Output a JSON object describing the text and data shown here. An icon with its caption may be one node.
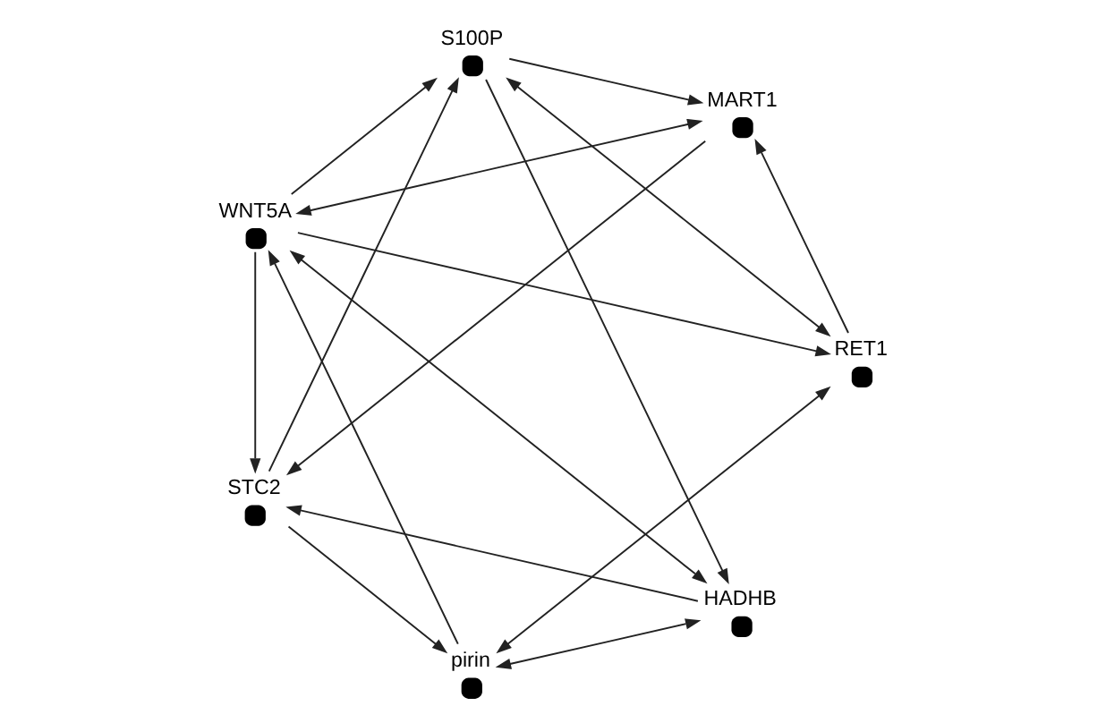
{
  "diagram": {
    "nodes": [
      {
        "text": [
          "WNT5A"
        ]
      },
      {
        "text": [
          "STC2"
        ]
      },
      {
        "text": [
          "pirin"
        ]
      },
      {
        "text": [
          "HADHB"
        ]
      },
      {
        "text": [
          "S100P"
        ]
      },
      {
        "text": [
          "MART1"
        ]
      },
      {
        "text": [
          "RET1"
        ]
      }
    ],
    "edges": [
      {
        "from": 0,
        "to": 1,
        "arrow": "to"
      },
      {
        "from": 3,
        "to": 0,
        "arrow": "both"
      },
      {
        "from": 5,
        "to": 0,
        "arrow": "both"
      },
      {
        "from": 2,
        "to": 0,
        "arrow": "to"
      },
      {
        "from": 0,
        "to": 4,
        "arrow": "to"
      },
      {
        "from": 0,
        "to": 6,
        "arrow": "to"
      },
      {
        "from": 1,
        "to": 2,
        "arrow": "to"
      },
      {
        "from": 1,
        "to": 4,
        "arrow": "to"
      },
      {
        "from": 3,
        "to": 1,
        "arrow": "to"
      },
      {
        "from": 5,
        "to": 1,
        "arrow": "to"
      },
      {
        "from": 3,
        "to": 2,
        "arrow": "both"
      },
      {
        "from": 6,
        "to": 2,
        "arrow": "both"
      },
      {
        "from": 4,
        "to": 3,
        "arrow": "to"
      },
      {
        "from": 4,
        "to": 5,
        "arrow": "to"
      },
      {
        "from": 6,
        "to": 4,
        "arrow": "both"
      },
      {
        "from": 6,
        "to": 5,
        "arrow": "to"
      }
    ]
  }
}
